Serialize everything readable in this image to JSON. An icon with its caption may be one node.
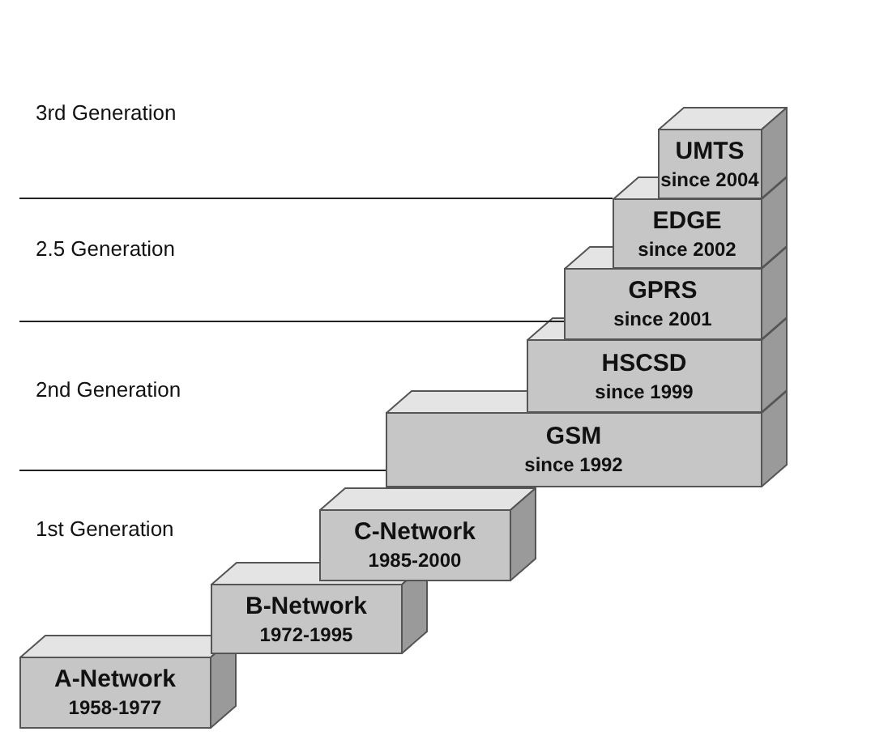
{
  "diagram": {
    "nodes": [
      {
        "text": [
          "A-Network",
          "1958-1977"
        ]
      },
      {
        "text": [
          "B-Network",
          "1972-1995"
        ]
      },
      {
        "text": [
          "C-Network",
          "1985-2000"
        ]
      },
      {
        "text": [
          "GSM",
          "since 1992"
        ]
      },
      {
        "text": [
          "HSCSD",
          "since 1999"
        ]
      },
      {
        "text": [
          "GPRS",
          "since 2001"
        ]
      },
      {
        "text": [
          "EDGE",
          "since 2002"
        ]
      },
      {
        "text": [
          "UMTS",
          "since 2004"
        ]
      }
    ],
    "labels": [
      "3rd Generation",
      "2.5 Generation",
      "2nd Generation",
      "1st Generation"
    ]
  }
}
